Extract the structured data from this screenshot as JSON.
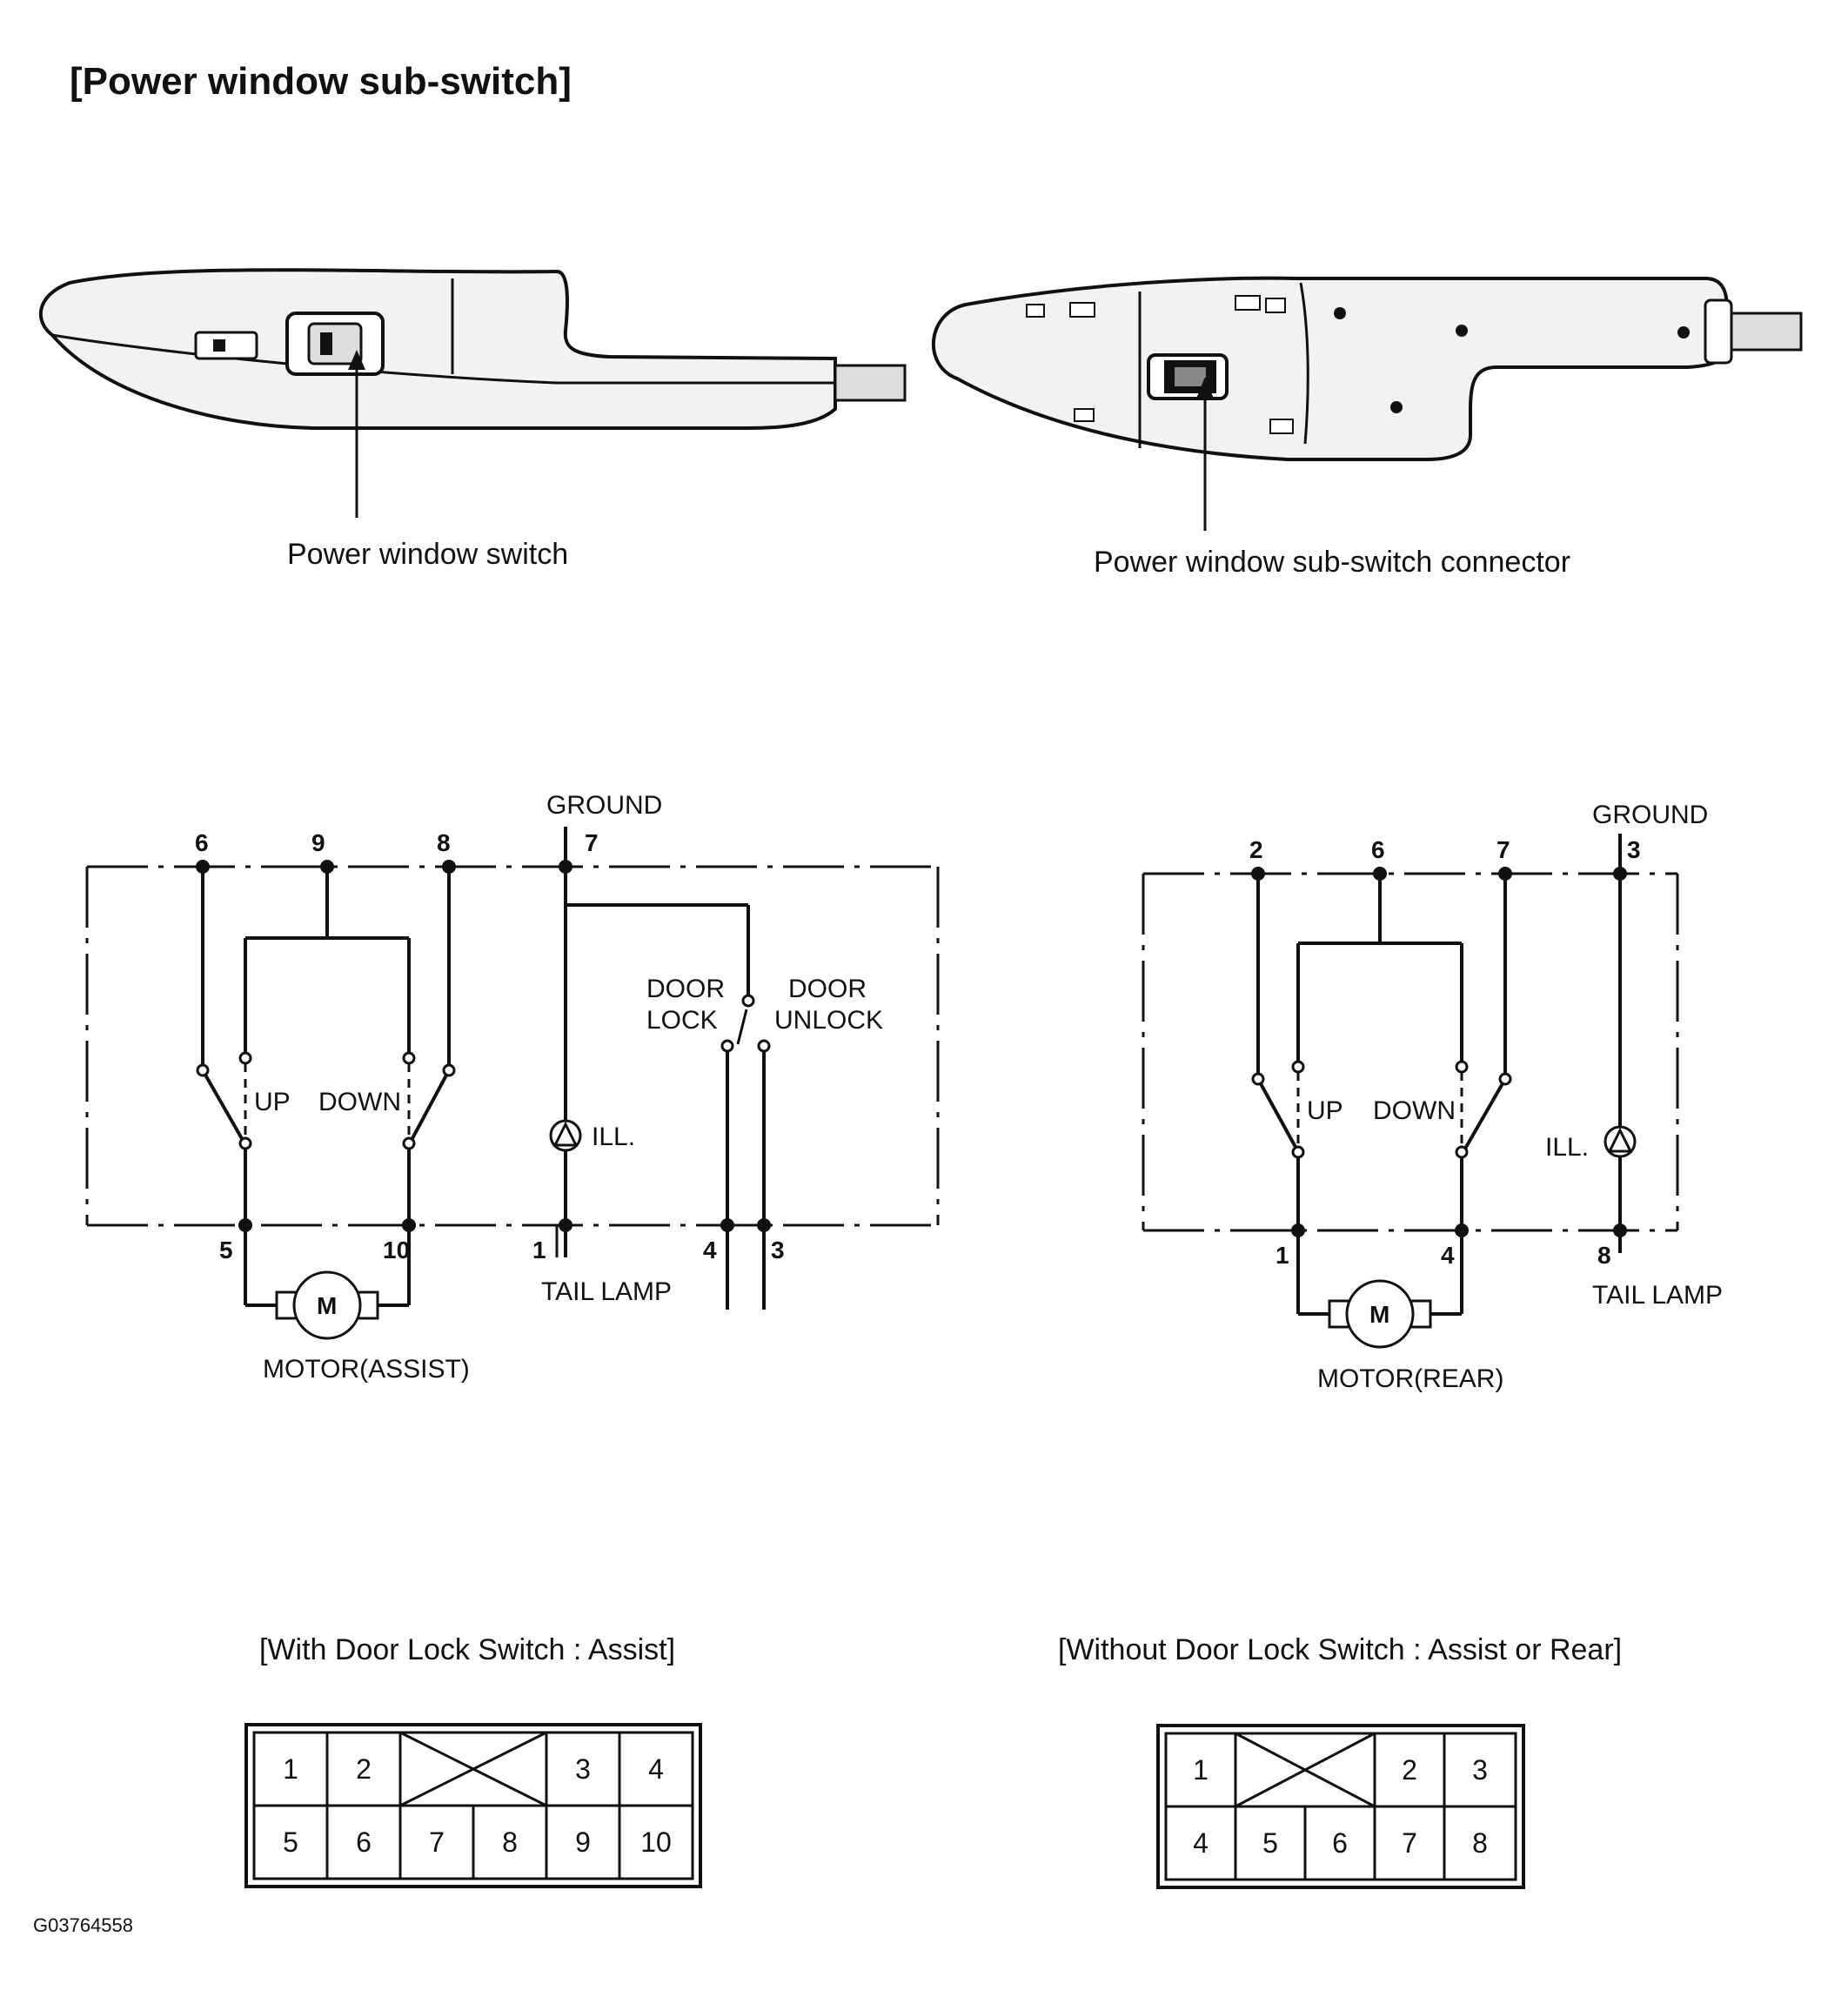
{
  "title": "[Power window sub-switch]",
  "photos": {
    "left_caption": "Power window switch",
    "right_caption": "Power window sub-switch connector"
  },
  "schematic_assist": {
    "ground": "GROUND",
    "top_pins": [
      "6",
      "9",
      "8",
      "7"
    ],
    "bottom_pins": [
      "5",
      "10",
      "1",
      "4",
      "3"
    ],
    "up": "UP",
    "down": "DOWN",
    "door_lock": [
      "DOOR",
      "LOCK"
    ],
    "door_unlock": [
      "DOOR",
      "UNLOCK"
    ],
    "ill": "ILL.",
    "tail_lamp": "TAIL LAMP",
    "motor_symbol": "M",
    "motor": "MOTOR(ASSIST)"
  },
  "schematic_rear": {
    "ground": "GROUND",
    "top_pins": [
      "2",
      "6",
      "7",
      "3"
    ],
    "bottom_pins": [
      "1",
      "4",
      "8"
    ],
    "up": "UP",
    "down": "DOWN",
    "ill": "ILL.",
    "tail_lamp": "TAIL LAMP",
    "motor_symbol": "M",
    "motor": "MOTOR(REAR)"
  },
  "connector_assist": {
    "caption": "[With Door Lock Switch : Assist]",
    "row1": [
      "1",
      "2",
      "3",
      "4"
    ],
    "row2": [
      "5",
      "6",
      "7",
      "8",
      "9",
      "10"
    ]
  },
  "connector_rear": {
    "caption": "[Without Door Lock Switch : Assist or Rear]",
    "row1": [
      "1",
      "2",
      "3"
    ],
    "row2": [
      "4",
      "5",
      "6",
      "7",
      "8"
    ]
  },
  "figure_code": "G03764558"
}
